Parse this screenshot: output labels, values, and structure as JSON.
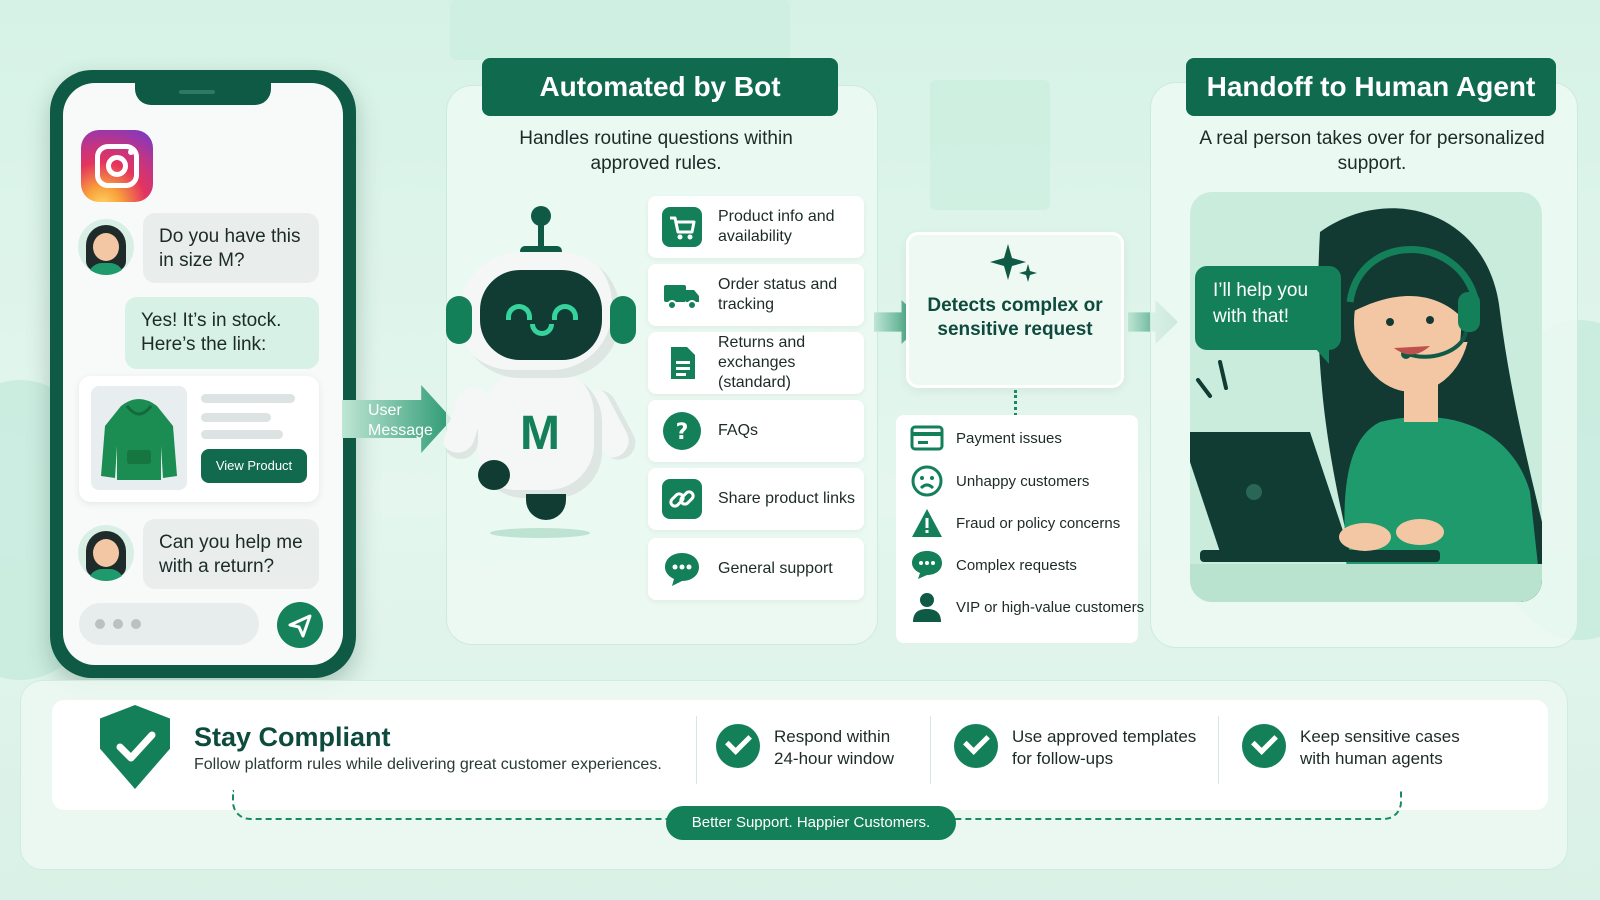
{
  "colors": {
    "primary": "#0f6a4e",
    "accent": "#13805a",
    "bright": "#36d39c",
    "background": "#d6f2e6"
  },
  "phone": {
    "app_icon": "instagram-icon",
    "messages": [
      {
        "from": "customer",
        "text": "Do you have this in size M?"
      },
      {
        "from": "bot",
        "text": "Yes! It’s in stock. Here’s the link:"
      },
      {
        "from": "customer",
        "text": "Can you help me with a return?"
      }
    ],
    "product_card": {
      "image": "green-hoodie",
      "button_label": "View Product"
    },
    "send_icon": "send-icon"
  },
  "user_message_arrow": {
    "label": "User Message"
  },
  "bot_panel": {
    "title": "Automated by Bot",
    "subtitle": "Handles routine questions within approved rules.",
    "robot_monogram": "M",
    "tasks": [
      {
        "label": "Product info and availability",
        "icon": "cart-icon"
      },
      {
        "label": "Order status and tracking",
        "icon": "truck-icon"
      },
      {
        "label": "Returns and exchanges (standard)",
        "icon": "document-icon"
      },
      {
        "label": "FAQs",
        "icon": "question-icon"
      },
      {
        "label": "Share product links",
        "icon": "link-icon"
      },
      {
        "label": "General support",
        "icon": "chat-icon"
      }
    ]
  },
  "detection": {
    "label": "Detects complex or sensitive request",
    "icon": "sparkle-icon",
    "issues": [
      {
        "label": "Payment issues",
        "icon": "card-icon"
      },
      {
        "label": "Unhappy customers",
        "icon": "sad-face-icon"
      },
      {
        "label": "Fraud or policy concerns",
        "icon": "warning-icon"
      },
      {
        "label": "Complex requests",
        "icon": "chat-dots-icon"
      },
      {
        "label": "VIP or high-value customers",
        "icon": "person-icon"
      }
    ]
  },
  "human_panel": {
    "title": "Handoff to Human Agent",
    "subtitle": "A real person takes over for personalized support.",
    "speech": "I’ll help you with that!"
  },
  "footer": {
    "title": "Stay Compliant",
    "subtitle": "Follow platform rules while delivering great customer experiences.",
    "checks": [
      "Respond within 24-hour window",
      "Use approved templates for follow-ups",
      "Keep sensitive cases with human agents"
    ],
    "tagline": "Better Support. Happier Customers."
  }
}
